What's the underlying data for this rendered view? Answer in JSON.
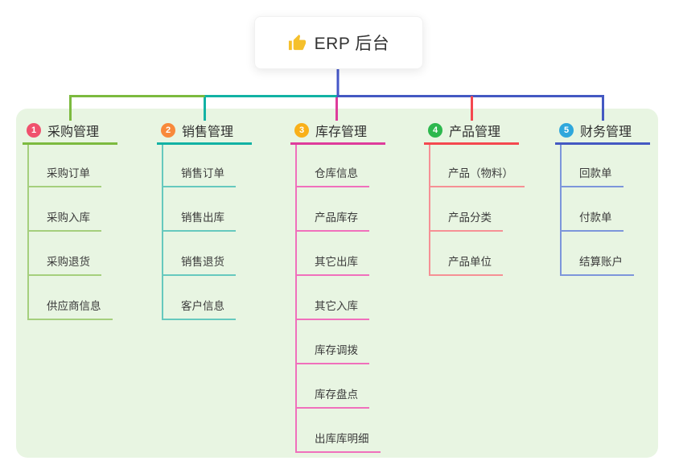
{
  "root": {
    "label": "ERP 后台",
    "icon": "thumbs-up-icon",
    "icon_color": "#F5C02C",
    "stem_color": "#4557C8"
  },
  "canvas": {
    "background": "#ffffff",
    "panel_color": "#E8F5E2"
  },
  "branches": [
    {
      "badge": "1",
      "title": "采购管理",
      "badge_color": "#F0516D",
      "line_color": "#7CBA3F",
      "sub_color": "#A5CF7D",
      "items": [
        "采购订单",
        "采购入库",
        "采购退货",
        "供应商信息"
      ]
    },
    {
      "badge": "2",
      "title": "销售管理",
      "badge_color": "#F8893B",
      "line_color": "#12B2A4",
      "sub_color": "#66C9BE",
      "items": [
        "销售订单",
        "销售出库",
        "销售退货",
        "客户信息"
      ]
    },
    {
      "badge": "3",
      "title": "库存管理",
      "badge_color": "#DE3C9B",
      "line_color": "#DE3C9B",
      "badge_color_actual": "#F9B019",
      "sub_color": "#F070BC",
      "items": [
        "仓库信息",
        "产品库存",
        "其它出库",
        "其它入库",
        "库存调拨",
        "库存盘点",
        "出库库明细"
      ]
    },
    {
      "badge": "4",
      "title": "产品管理",
      "badge_color": "#2DB84E",
      "line_color": "#F4484F",
      "sub_color": "#F69095",
      "items": [
        "产品（物料）",
        "产品分类",
        "产品单位"
      ]
    },
    {
      "badge": "5",
      "title": "财务管理",
      "badge_color": "#2FA7DC",
      "line_color": "#4459C2",
      "sub_color": "#7D96DB",
      "items": [
        "回款单",
        "付款单",
        "结算账户"
      ]
    }
  ]
}
